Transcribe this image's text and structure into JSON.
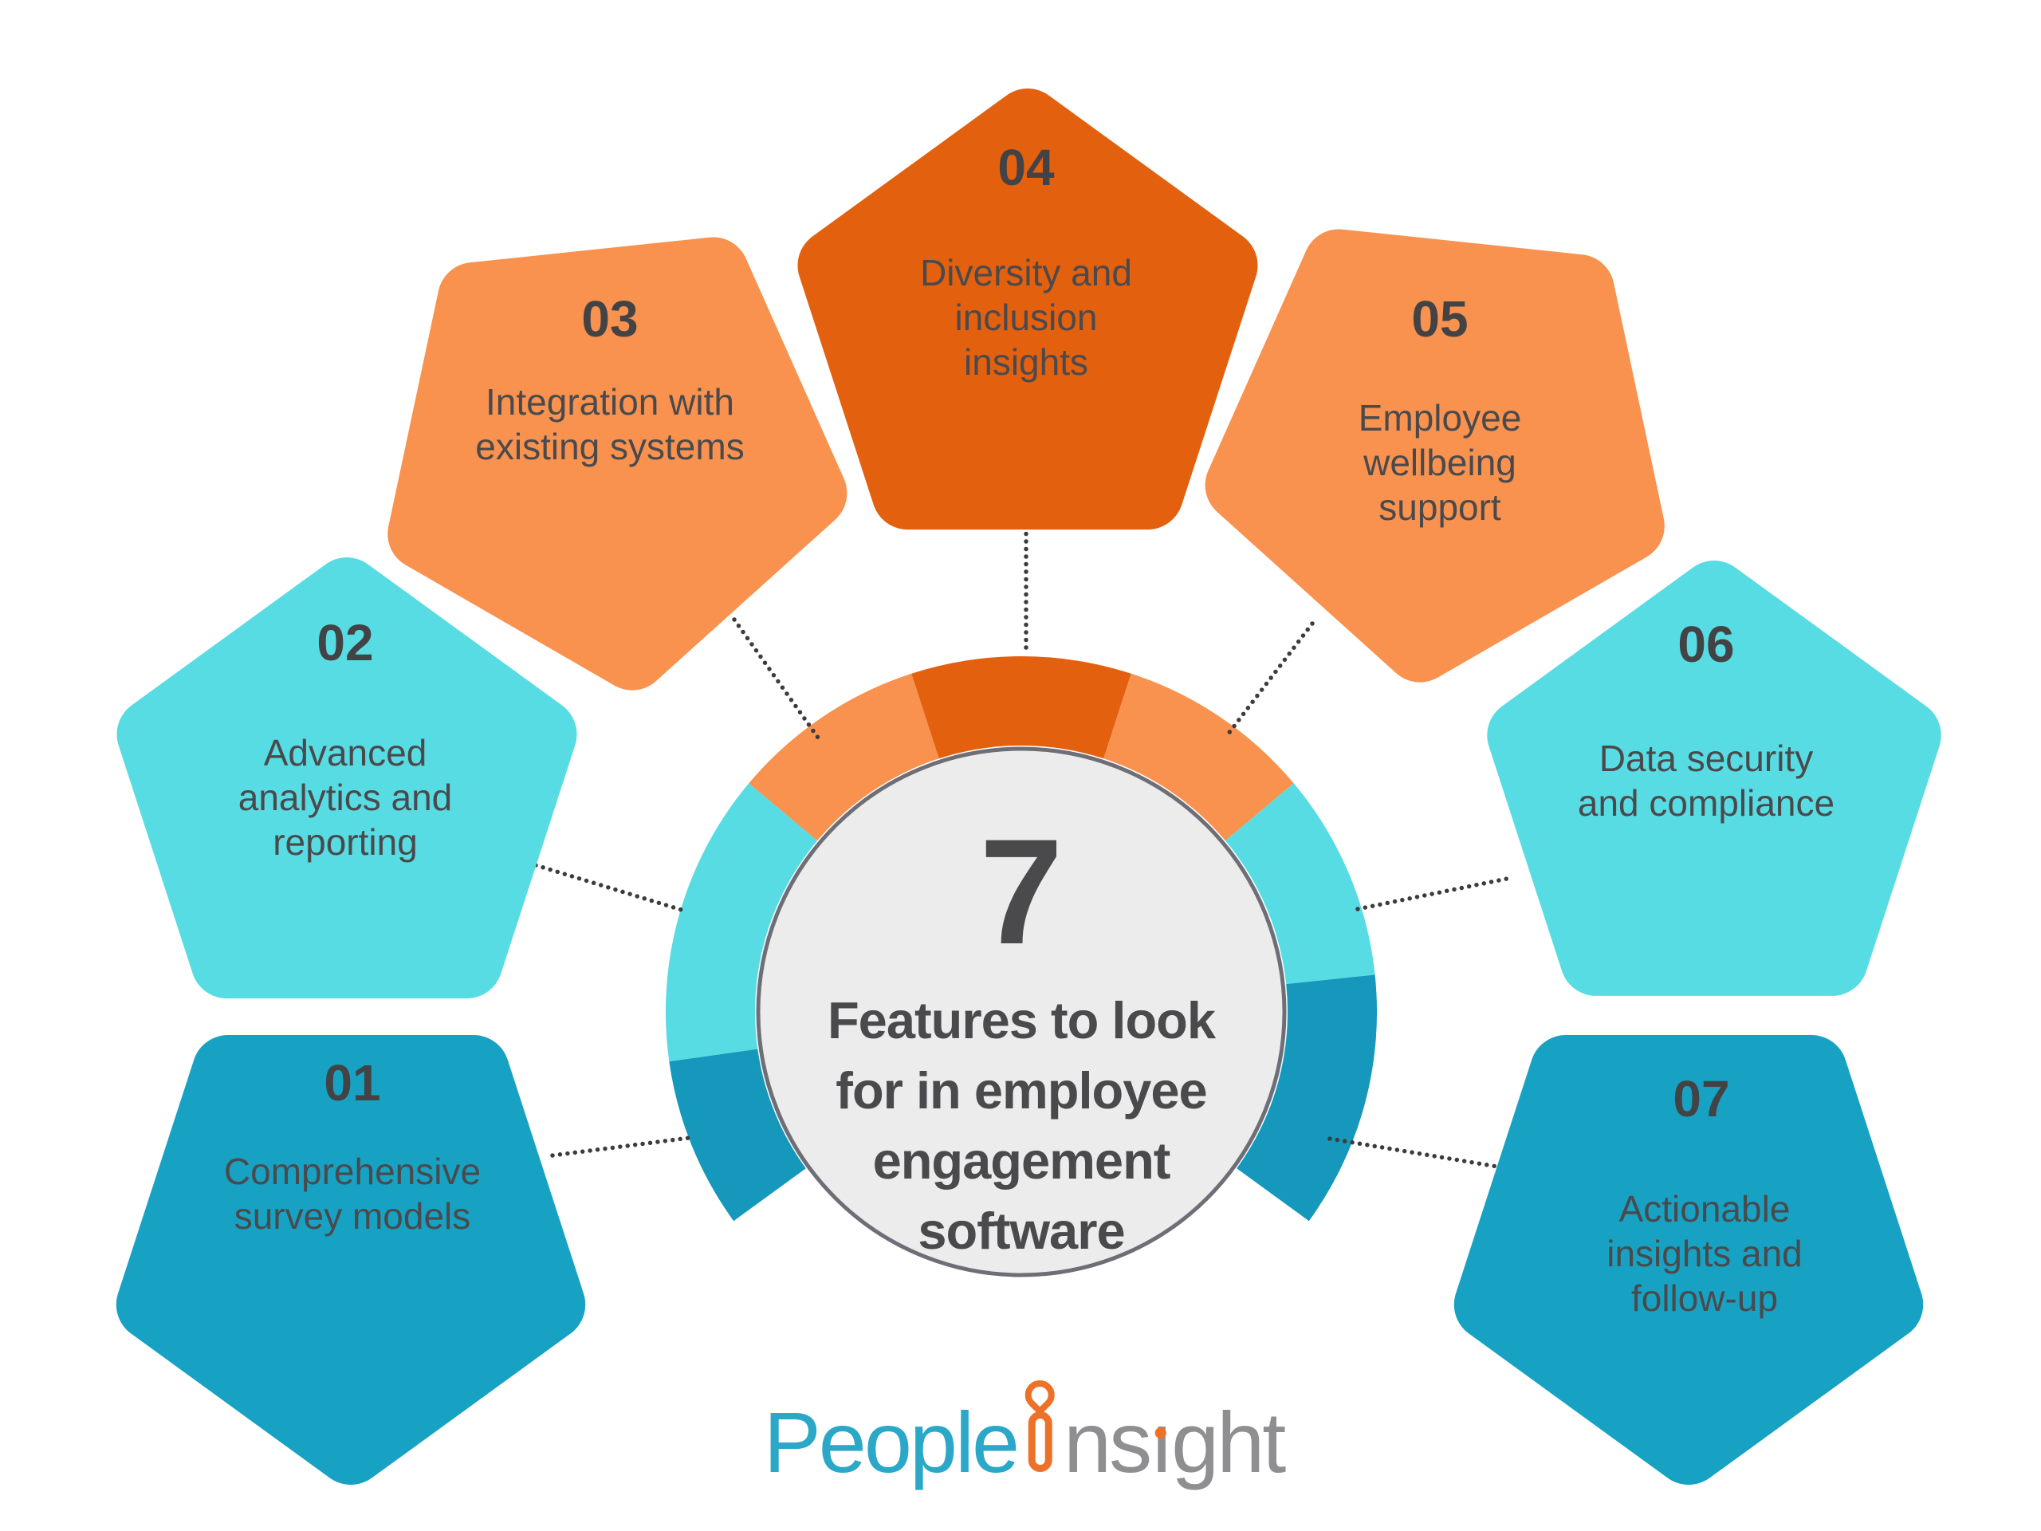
{
  "title": {
    "number": "7",
    "text": "Features to look\nfor in employee\nengagement\nsoftware"
  },
  "items": [
    {
      "number": "01",
      "label": "Comprehensive\nsurvey models",
      "color": "teal"
    },
    {
      "number": "02",
      "label": "Advanced\nanalytics and\nreporting",
      "color": "cyan"
    },
    {
      "number": "03",
      "label": "Integration with\nexisting systems",
      "color": "orange"
    },
    {
      "number": "04",
      "label": "Diversity and\ninclusion\ninsights",
      "color": "dark_orange"
    },
    {
      "number": "05",
      "label": "Employee\nwellbeing\nsupport",
      "color": "orange"
    },
    {
      "number": "06",
      "label": "Data security\nand compliance",
      "color": "cyan"
    },
    {
      "number": "07",
      "label": "Actionable\ninsights and\nfollow-up",
      "color": "teal"
    }
  ],
  "logo": {
    "word1": "People",
    "word2a": "ns",
    "dotless_i": "ı",
    "word2b": "ght",
    "i_mark": "orange-i-with-diamond-dot-icon"
  },
  "colors": {
    "teal": "#17A2C3",
    "cyan": "#58DCE3",
    "orange": "#F8924E",
    "dark_orange": "#E3600F",
    "ring_teal": "#1598BC",
    "circle_fill": "#ECECEC",
    "circle_border": "#6E6E77",
    "dot_line": "#3C3C3C",
    "text_dark": "#4A4A4D",
    "number_text": "#434346",
    "logo_teal": "#2BA8C8",
    "logo_gray": "#8F8F91",
    "logo_orange": "#ED7128"
  }
}
